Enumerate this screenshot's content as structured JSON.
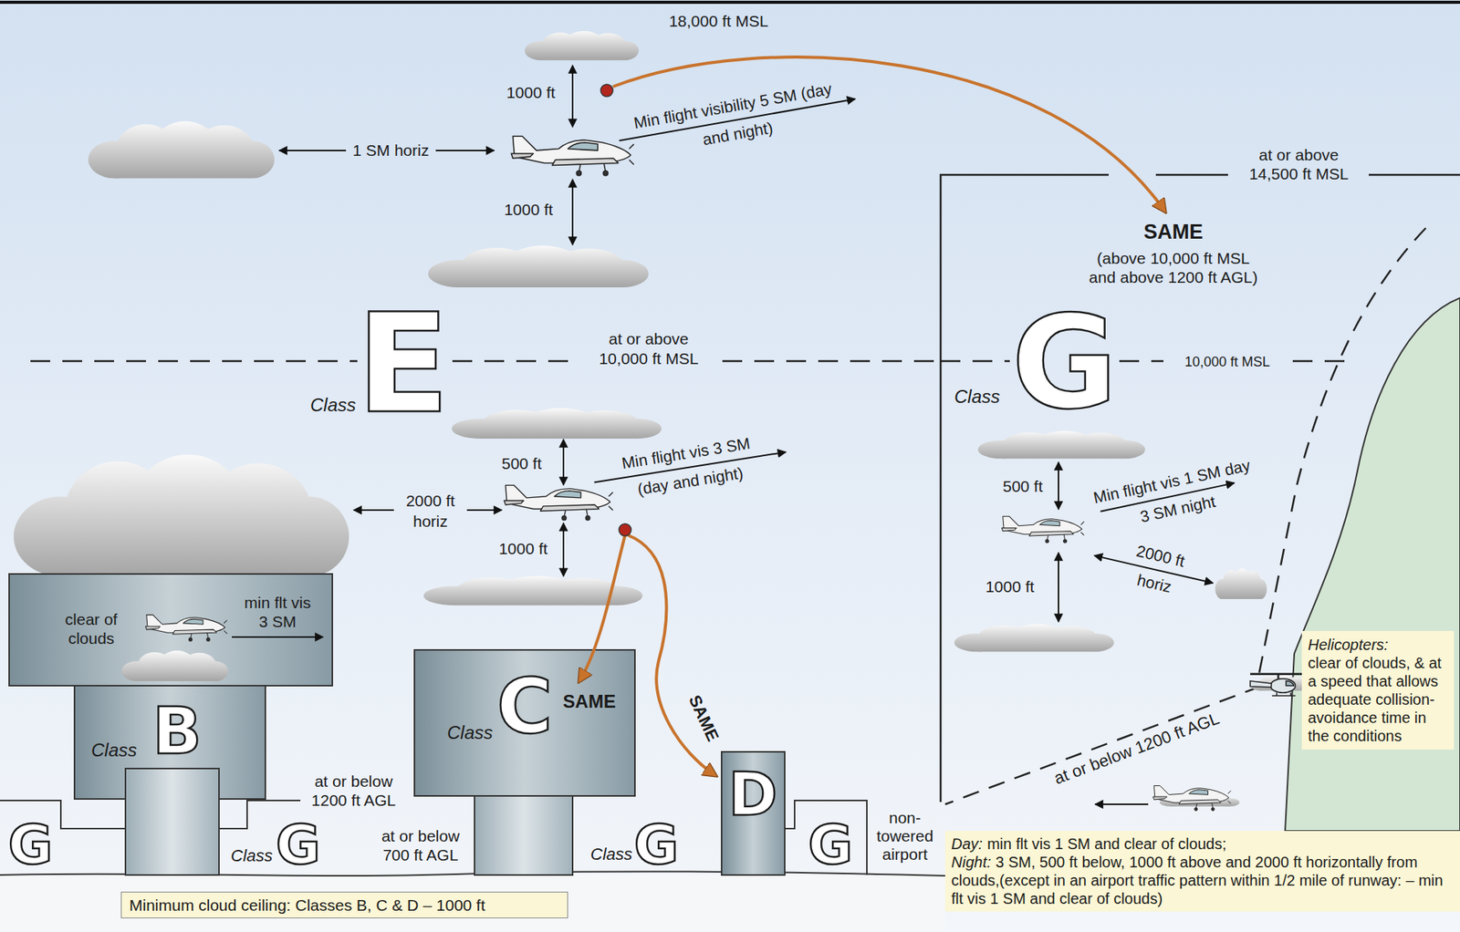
{
  "diagram": {
    "nodes": [
      {
        "text": [
          "clear of clouds",
          "min flt vis 3 SM",
          "Class",
          "B"
        ]
      },
      {
        "text": [
          "Class",
          "C",
          "SAME"
        ]
      },
      {
        "text": [
          "D"
        ]
      },
      {
        "text": [
          "Helicopters:",
          "clear of clouds, & at a speed that allows adequate collision-avoidance time in the conditions"
        ]
      },
      {
        "text": [
          "Day:",
          "min flt vis 1 SM and clear of clouds;",
          "Night:",
          "3 SM, 500 ft below, 1000 ft above and 2000 ft horizontally from clouds,(except in an airport traffic pattern within 1/2 mile of runway: – min flt vis 1 SM and clear of clouds)"
        ]
      },
      {
        "text": [
          "Minimum cloud ceiling: Classes B, C & D – 1000 ft"
        ]
      }
    ],
    "labels": [
      "18,000 ft MSL",
      "1000 ft",
      "1 SM horiz",
      "Min flight visibility 5 SM (day and night)",
      "1000 ft",
      "at or above 14,500 ft MSL",
      "SAME",
      "(above 10,000 ft MSL and above 1200 ft AGL)",
      "Class",
      "E",
      "at or above 10,000 ft MSL",
      "Class",
      "G",
      "10,000 ft MSL",
      "500 ft",
      "Min flight vis 3 SM (day and night)",
      "2000 ft horiz",
      "1000 ft",
      "500 ft",
      "Min flight vis 1 SM day 3 SM night",
      "2000 ft horiz",
      "1000 ft",
      "at or below 1200 ft AGL",
      "at or below 1200 ft AGL",
      "at or below 700 ft AGL",
      "SAME",
      "G",
      "Class",
      "G",
      "Class",
      "G",
      "G",
      "non-towered airport"
    ]
  }
}
